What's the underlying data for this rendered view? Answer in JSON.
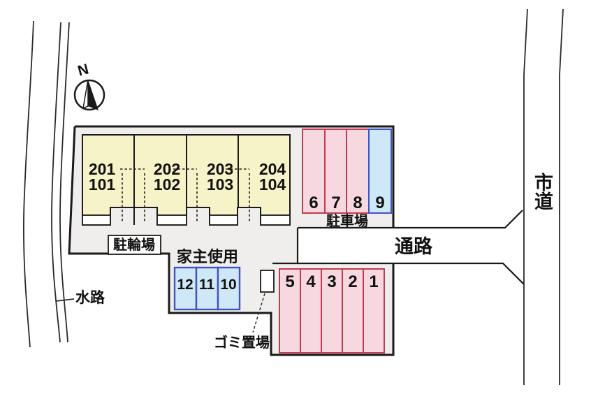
{
  "compass": {
    "label": "N"
  },
  "building": {
    "units": [
      {
        "upper": "201",
        "lower": "101"
      },
      {
        "upper": "202",
        "lower": "102"
      },
      {
        "upper": "203",
        "lower": "103"
      },
      {
        "upper": "204",
        "lower": "104"
      }
    ]
  },
  "labels": {
    "bicycle_parking": "駐輪場",
    "owner_use": "家主使用",
    "waterway": "水路",
    "garbage_area": "ゴミ置場",
    "parking_lot": "駐車場",
    "passage": "通路",
    "city_road": "市道"
  },
  "parking": {
    "top_spaces": [
      {
        "number": "6",
        "type": "pink"
      },
      {
        "number": "7",
        "type": "pink"
      },
      {
        "number": "8",
        "type": "pink"
      },
      {
        "number": "9",
        "type": "blue"
      }
    ],
    "bottom_spaces": [
      {
        "number": "5"
      },
      {
        "number": "4"
      },
      {
        "number": "3"
      },
      {
        "number": "2"
      },
      {
        "number": "1"
      }
    ],
    "owner_spaces": [
      {
        "number": "12"
      },
      {
        "number": "11"
      },
      {
        "number": "10"
      }
    ]
  },
  "colors": {
    "parcel_fill": "#efeeec",
    "building_fill": "#f7f3c9",
    "pink_fill": "#f8d8e0",
    "pink_border": "#c23b50",
    "blue_fill": "#cfe8f7",
    "blue_border": "#4053c4",
    "line": "#1a1a1a"
  }
}
